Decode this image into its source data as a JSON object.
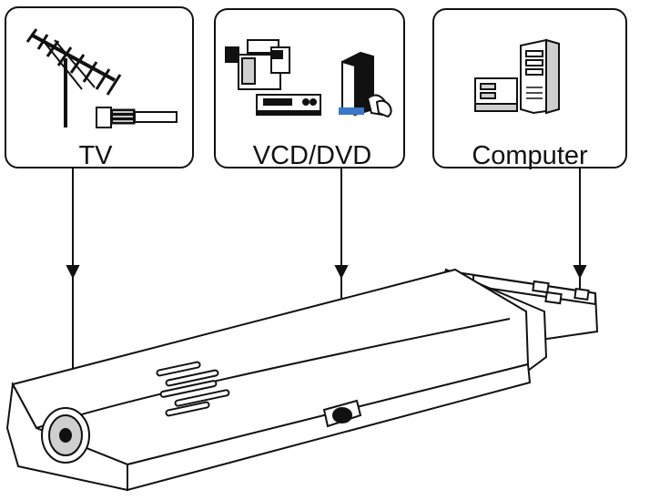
{
  "panels": [
    {
      "id": "tv",
      "label": "TV",
      "icons": [
        "antenna-icon",
        "coax-cable-icon"
      ]
    },
    {
      "id": "vcd-dvd",
      "label": "VCD/DVD",
      "icons": [
        "camcorder-icon",
        "dvd-player-icon",
        "game-console-icon"
      ]
    },
    {
      "id": "computer",
      "label": "Computer",
      "icons": [
        "desktop-computer-icon",
        "tower-case-icon"
      ]
    }
  ],
  "device": {
    "name": "usb-tv-tuner-stick",
    "icons": [
      "antenna-jack-icon",
      "av-input-port-icon",
      "usb-plug-icon"
    ]
  },
  "colors": {
    "line": "#111111",
    "background": "#ffffff",
    "shade": "#cfcfcf"
  }
}
